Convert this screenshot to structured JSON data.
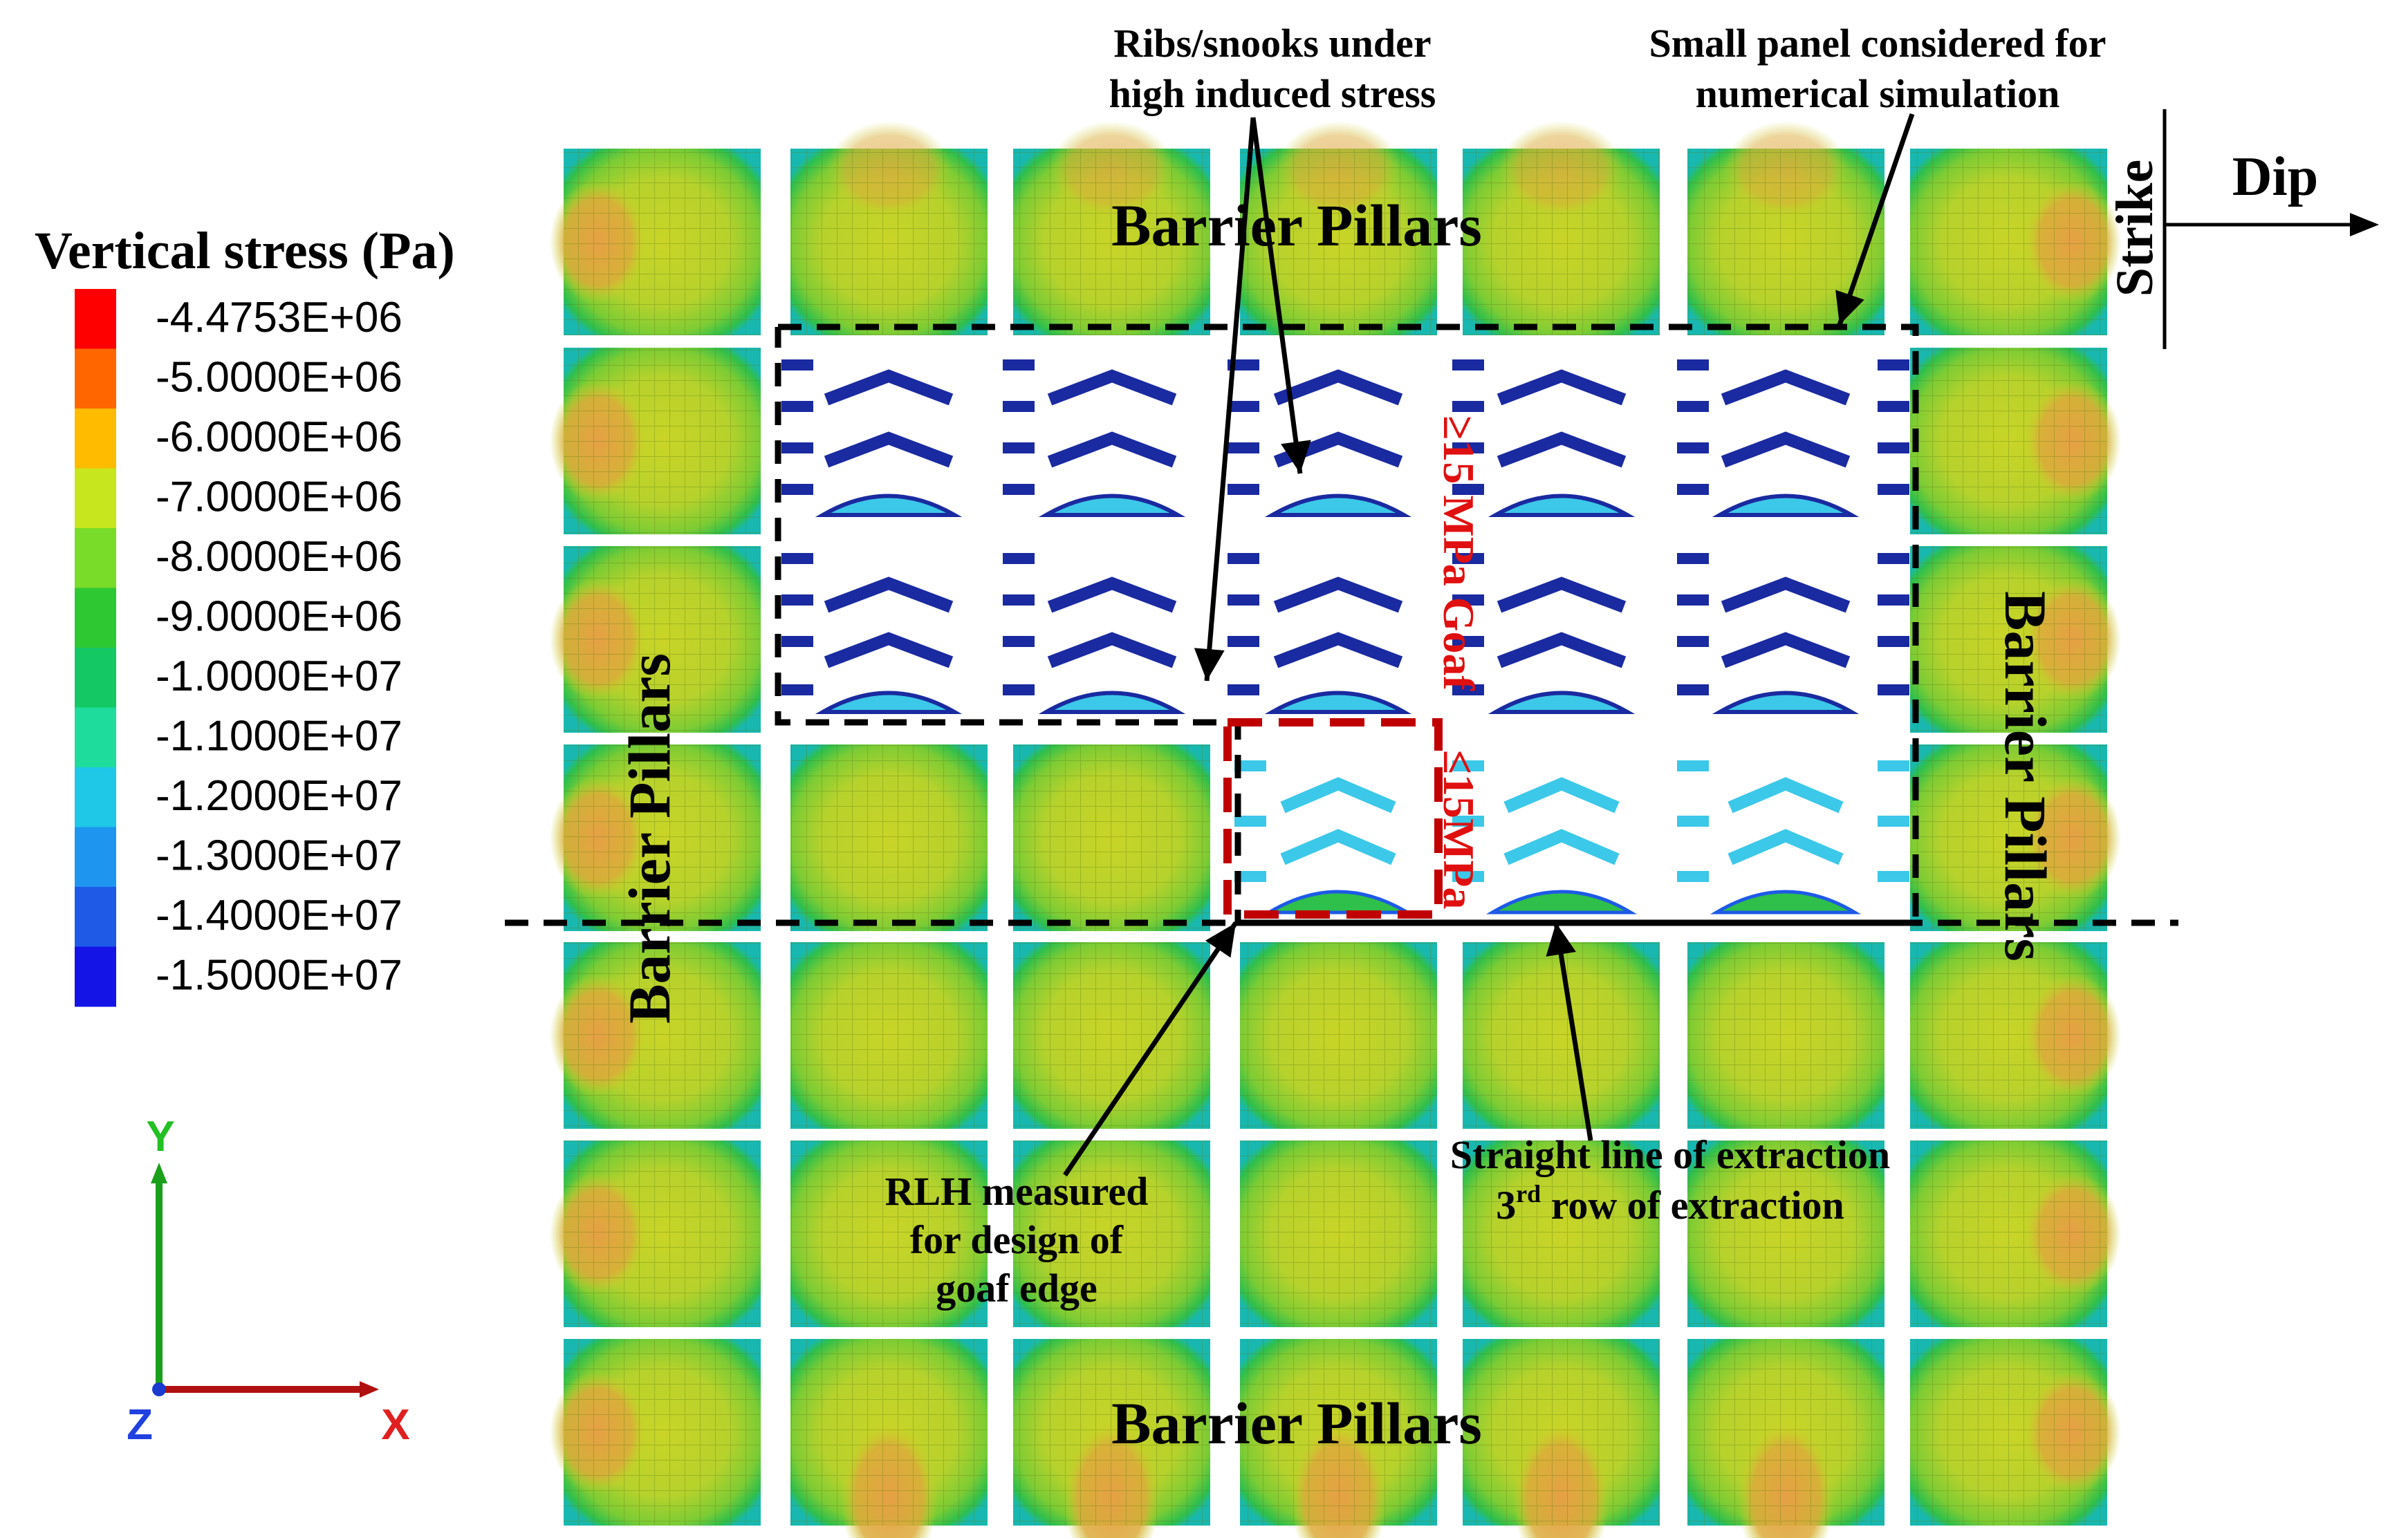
{
  "legend": {
    "title": "Vertical stress (Pa)",
    "levels": [
      {
        "label": "-4.4753E+06",
        "color": "#ff0000"
      },
      {
        "label": "-5.0000E+06",
        "color": "#ff6600"
      },
      {
        "label": "-6.0000E+06",
        "color": "#ffbb00"
      },
      {
        "label": "-7.0000E+06",
        "color": "#c8e61e"
      },
      {
        "label": "-8.0000E+06",
        "color": "#78dc28"
      },
      {
        "label": "-9.0000E+06",
        "color": "#2ec832"
      },
      {
        "label": "-1.0000E+07",
        "color": "#14c864"
      },
      {
        "label": "-1.1000E+07",
        "color": "#1edc9c"
      },
      {
        "label": "-1.2000E+07",
        "color": "#1ec8e6"
      },
      {
        "label": "-1.3000E+07",
        "color": "#1e96f0"
      },
      {
        "label": "-1.4000E+07",
        "color": "#1e5ae6"
      },
      {
        "label": "-1.5000E+07",
        "color": "#1414e6"
      }
    ]
  },
  "axes": {
    "y": "Y",
    "x": "X",
    "z": "Z"
  },
  "orientation": {
    "strike": "Strike",
    "dip": "Dip"
  },
  "labels": {
    "barrier_top": "Barrier Pillars",
    "barrier_bottom": "Barrier Pillars",
    "barrier_left": "Barrier Pillars",
    "barrier_right": "Barrier Pillars",
    "goaf_stress": "≥15 MPa Goaf",
    "red_region": "≤15MPa"
  },
  "annotations": {
    "ribs": [
      "Ribs/snooks under",
      "high induced stress"
    ],
    "panel": [
      "Small panel considered for",
      "numerical simulation"
    ],
    "rlh": [
      "RLH measured",
      "for design of",
      "goaf edge"
    ],
    "straight": [
      "Straight line of extraction"
    ],
    "row_num": "3",
    "row_sup": "rd",
    "row_rest": " row of extraction"
  },
  "colors": {
    "pillar_core": "#c8d62a",
    "pillar_mid": "#8fd23a",
    "pillar_edge": "#2ec04a",
    "hot_spot": "#e8a040",
    "rib_dark": "#1a2aa0",
    "rib_light": "#3cc8e8",
    "dashed": "#000000",
    "red_box": "#c00000"
  }
}
